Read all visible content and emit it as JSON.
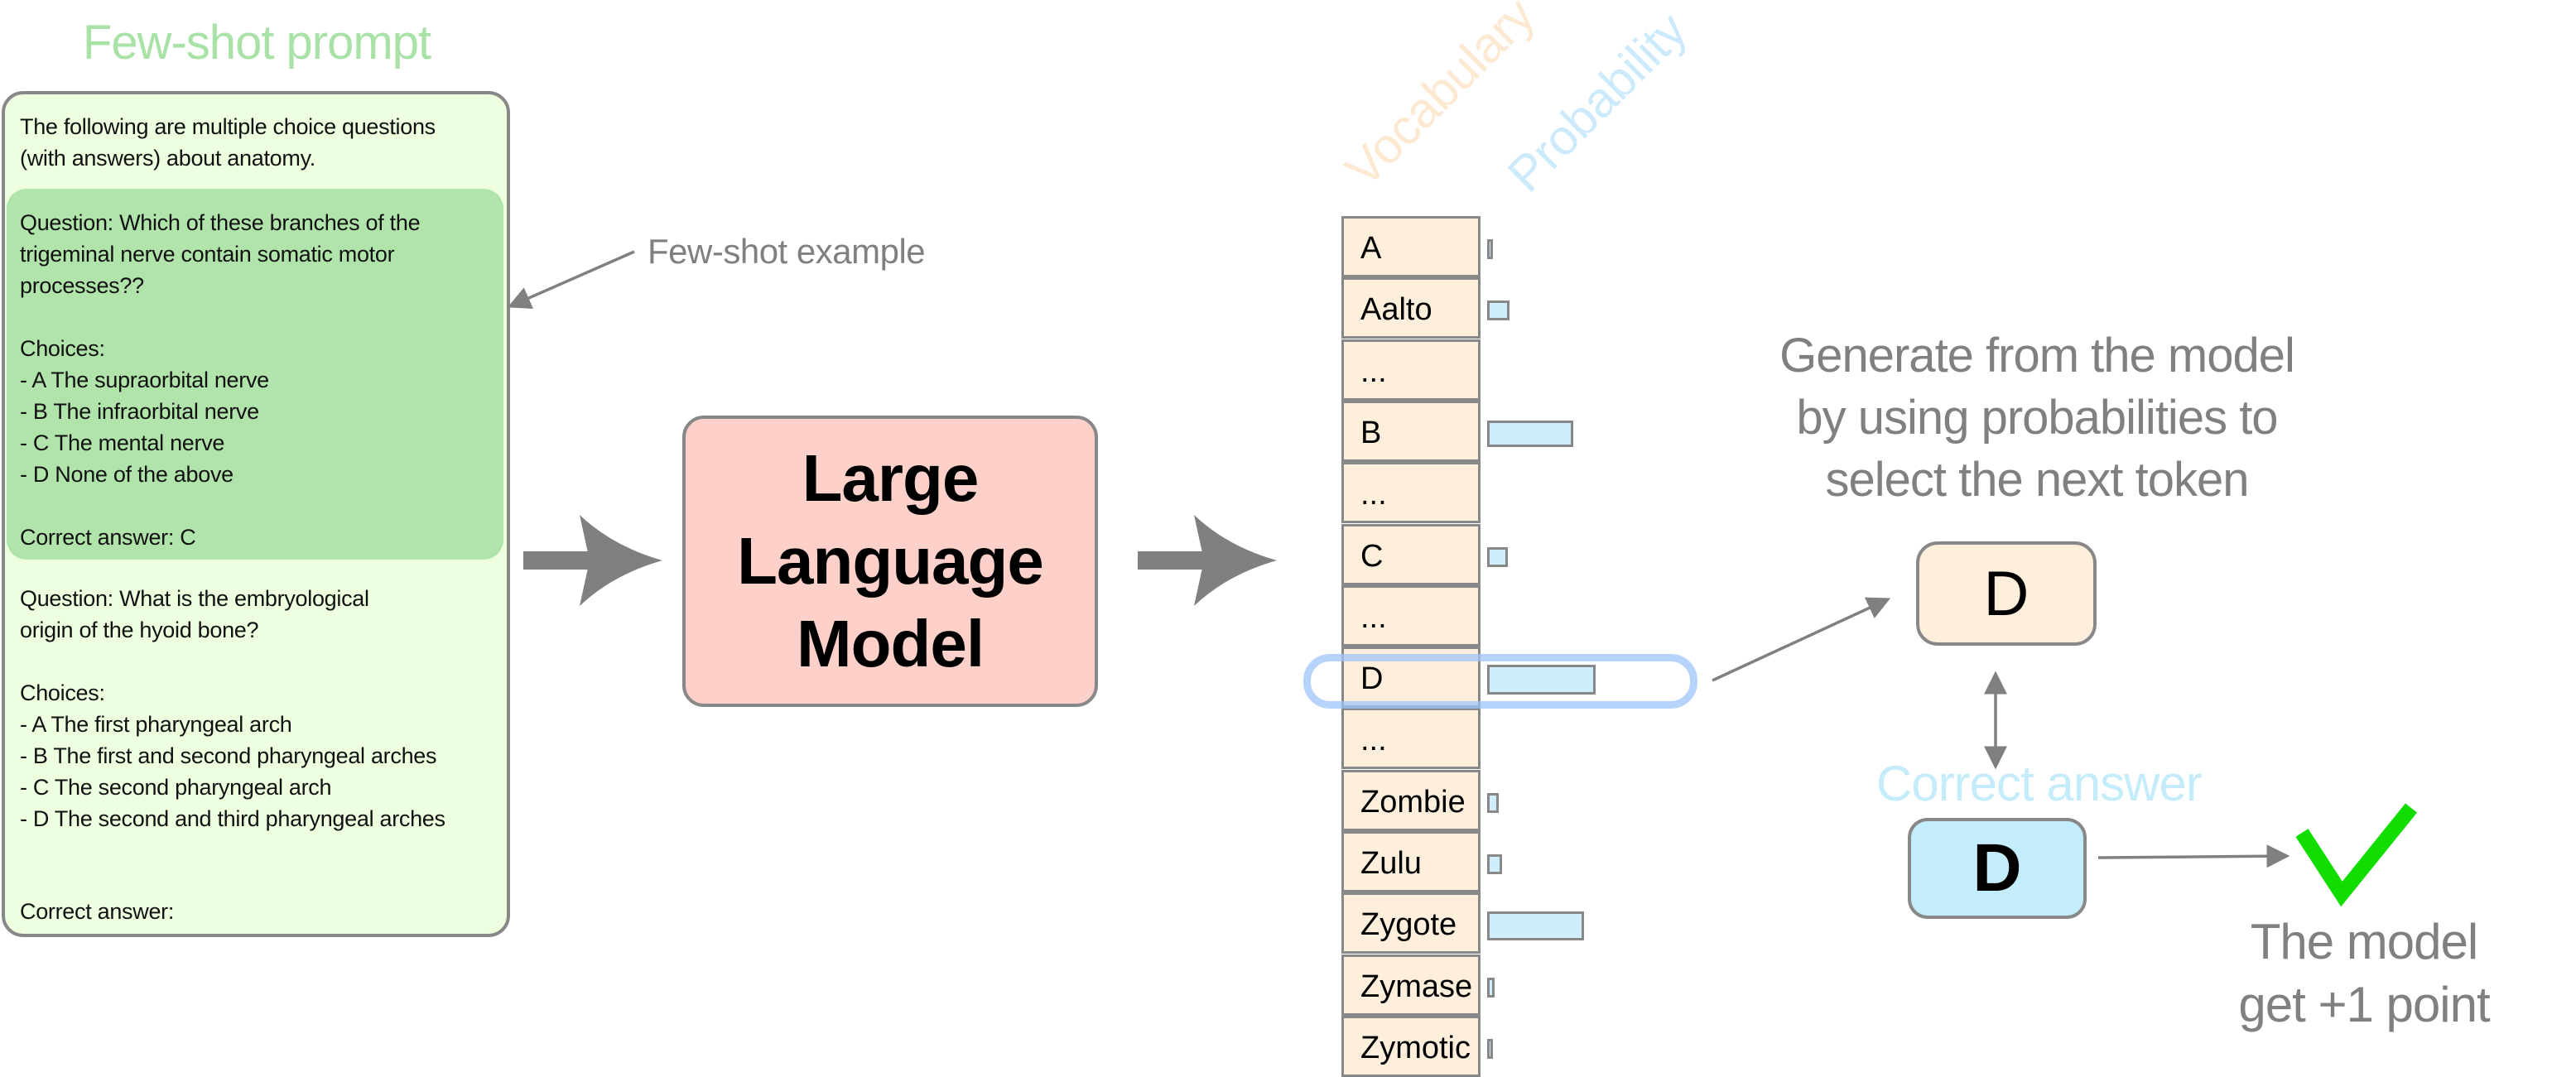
{
  "prompt": {
    "title": "Few-shot prompt",
    "intro_lines": [
      "The following are multiple choice questions",
      "(with answers) about anatomy."
    ],
    "example": {
      "question_lines": [
        "Question: Which of these branches of the",
        "trigeminal nerve contain somatic motor",
        "processes??"
      ],
      "choices_label": "Choices:",
      "choices": [
        "- A The supraorbital nerve",
        "- B The infraorbital nerve",
        "- C The mental nerve",
        "- D None of the above"
      ],
      "answer": "Correct answer: C"
    },
    "query": {
      "question_lines": [
        "Question: What is the embryological",
        "origin of the hyoid bone?"
      ],
      "choices_label": "Choices:",
      "choices": [
        "- A The first pharyngeal arch",
        "- B The first and second pharyngeal arches",
        "- C The second pharyngeal arch",
        "- D The second and third pharyngeal arches"
      ],
      "answer": "Correct answer:"
    }
  },
  "annotations": {
    "few_shot_example": "Few-shot example",
    "generate_text": "Generate from the model\nby using probabilities to\nselect the next token",
    "correct_answer_label": "Correct answer",
    "result_text": "The model\nget +1 point"
  },
  "model": {
    "label": "Large\nLanguage\nModel"
  },
  "vocabulary": {
    "header_vocab": "Vocabulary",
    "header_prob": "Probability",
    "highlighted_token": "D",
    "tokens": [
      {
        "label": "A",
        "prob": 0.015
      },
      {
        "label": "Aalto",
        "prob": 0.06
      },
      {
        "label": "...",
        "prob": null
      },
      {
        "label": "B",
        "prob": 0.23
      },
      {
        "label": "...",
        "prob": null
      },
      {
        "label": "C",
        "prob": 0.055
      },
      {
        "label": "...",
        "prob": null
      },
      {
        "label": "D",
        "prob": 0.29
      },
      {
        "label": "...",
        "prob": null
      },
      {
        "label": "Zombie",
        "prob": 0.03
      },
      {
        "label": "Zulu",
        "prob": 0.04
      },
      {
        "label": "Zygote",
        "prob": 0.26
      },
      {
        "label": "Zymase",
        "prob": 0.02
      },
      {
        "label": "Zymotic",
        "prob": 0.01
      }
    ]
  },
  "generated": {
    "token": "D"
  },
  "correct": {
    "token": "D"
  },
  "icons": {
    "arrow": "right-arrow",
    "result": "checkmark"
  },
  "colors": {
    "prompt_title": "#a9e2a6",
    "prompt_fill": "#eeffe0",
    "example_fill": "#b0e4ab",
    "llm_fill": "#fdd0ca",
    "vocab_fill": "#feefdc",
    "prob_bar": "#cfeefd",
    "highlight": "#9dc4fa",
    "correct_fill": "#c3ecfc",
    "check": "#11dd00",
    "annotation_text": "#808080"
  }
}
